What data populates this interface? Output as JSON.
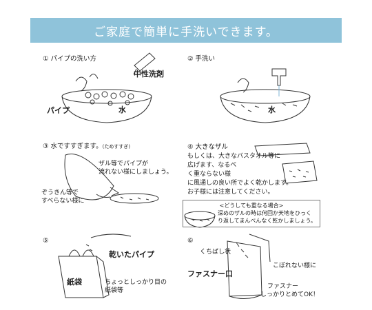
{
  "header": {
    "title": "ご家庭で簡単に手洗いできます。"
  },
  "step1": {
    "title": "① パイプの洗い方",
    "detergent": "中性洗剤",
    "pipe": "パイプ",
    "water": "水"
  },
  "step2": {
    "title": "② 手洗い",
    "water": "水"
  },
  "step3": {
    "title": "③ 水ですすぎます。",
    "title_note": "(ためすすぎ)",
    "colander_line1": "ザル等でパイプが",
    "colander_line2": "流れない様にしましょう。",
    "sponge_line1": "ぞうきん等で",
    "sponge_line2": "すべらない様に"
  },
  "step4": {
    "title": "④ 大きなザル",
    "line1": "もしくは、大きなバスタオル等に",
    "line2": "広げます、なるべ",
    "line3": "く重ならない様",
    "line4": "に風通しの良い所でよく乾かします。",
    "line5": "お子様には注意してください。",
    "note_title": "<どうしても重なる場合>",
    "note_line1": "深めのザルの時は何回か天地をひっく",
    "note_line2": "り返してまんべんなく乾かしましょう。"
  },
  "step5": {
    "title": "⑤",
    "dried_pipe": "乾いたパイプ",
    "paper_bag": "紙袋",
    "bag_note_line1": "ちょっとしっかり目の",
    "bag_note_line2": "紙袋等"
  },
  "step6": {
    "title": "⑥",
    "spout": "くちばし状",
    "zipper_mouth": "ファスナー口",
    "no_spill": "こぼれない様に",
    "close_line1": "ファスナー",
    "close_line2": "しっかりとめてOK！"
  }
}
